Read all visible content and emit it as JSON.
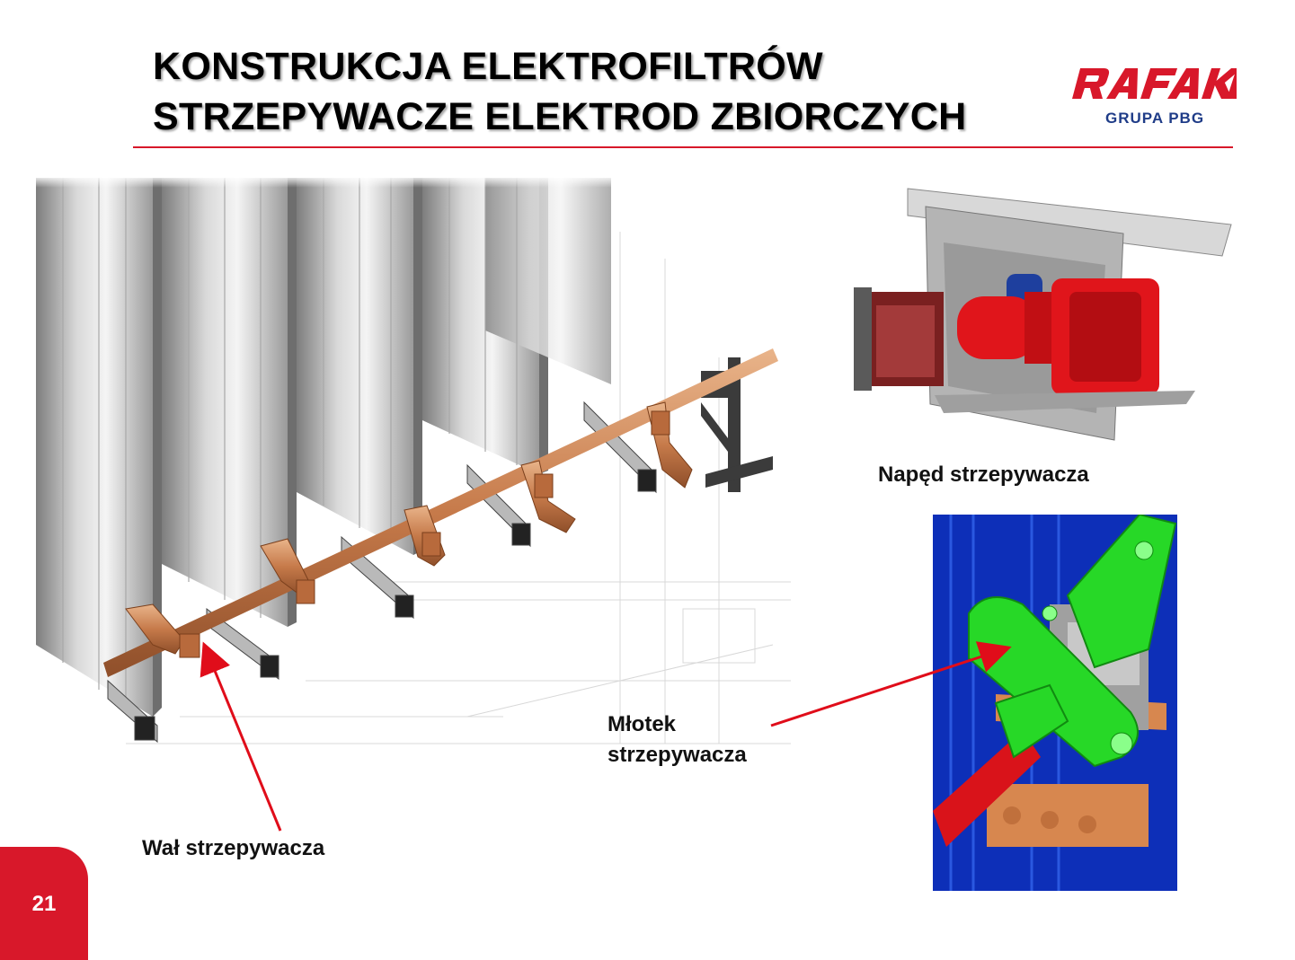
{
  "header": {
    "title_line1": "KONSTRUKCJA ELEKTROFILTRÓW",
    "title_line2": "STRZEPYWACZE ELEKTROD ZBIORCZYCH"
  },
  "logo": {
    "brand": "RAFAKO",
    "subtitle": "GRUPA PBG",
    "brand_color": "#d8182a",
    "subtitle_color": "#1f3c88"
  },
  "captions": {
    "drive": "Napęd strzepywacza",
    "hammer_line1": "Młotek",
    "hammer_line2": "strzepywacza",
    "shaft": "Wał strzepywacza"
  },
  "page": {
    "number": "21",
    "accent_color": "#d8182a"
  }
}
